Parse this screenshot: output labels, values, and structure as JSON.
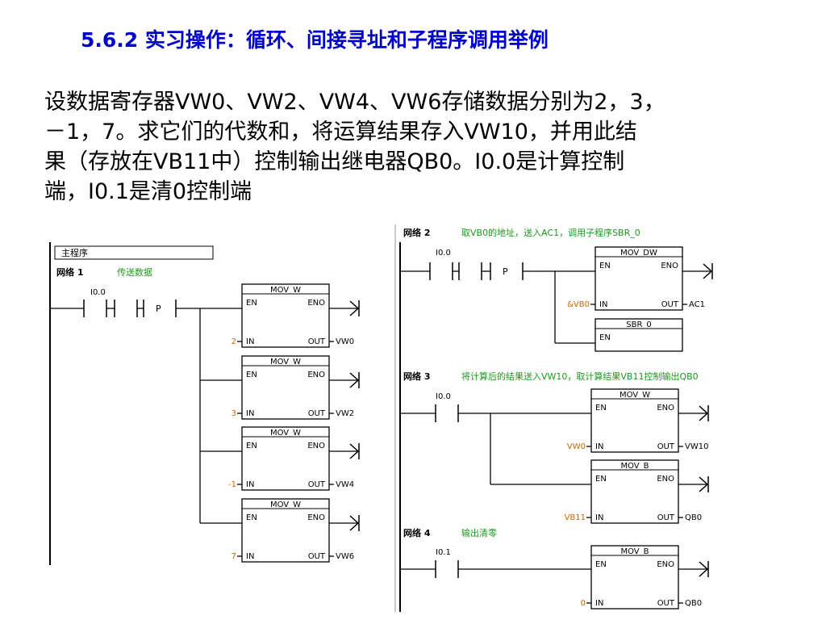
{
  "slide": {
    "title": "5.6.2  实习操作：循环、间接寻址和子程序调用举例",
    "problem_lines": [
      "设数据寄存器VW0、VW2、VW4、VW6存储数据分别为2，3，",
      "－1，7。求它们的代数和，将运算结果存入VW10，并用此结",
      "果（存放在VB11中）控制输出继电器QB0。I0.0是计算控制",
      "端，I0.1是清0控制端"
    ]
  },
  "colors": {
    "title": "#0000cc",
    "comment": "#1a9a1a",
    "param": "#cc6600",
    "rail": "#000000"
  },
  "left_program": {
    "tab": "主程序",
    "network": {
      "label": "网络 1",
      "comment": "传送数据",
      "contact": "I0.0",
      "p_label": "P"
    },
    "boxes": [
      {
        "name": "MOV_W",
        "en": "EN",
        "eno": "ENO",
        "in_label": "IN",
        "out_label": "OUT",
        "in": "2",
        "out": "VW0"
      },
      {
        "name": "MOV_W",
        "en": "EN",
        "eno": "ENO",
        "in_label": "IN",
        "out_label": "OUT",
        "in": "3",
        "out": "VW2"
      },
      {
        "name": "MOV_W",
        "en": "EN",
        "eno": "ENO",
        "in_label": "IN",
        "out_label": "OUT",
        "in": "-1",
        "out": "VW4"
      },
      {
        "name": "MOV_W",
        "en": "EN",
        "eno": "ENO",
        "in_label": "IN",
        "out_label": "OUT",
        "in": "7",
        "out": "VW6"
      }
    ]
  },
  "right_program": {
    "net2": {
      "label": "网络 2",
      "comment": "取VB0的地址，送入AC1，调用子程序SBR_0",
      "contact": "I0.0",
      "p_label": "P",
      "box": {
        "name": "MOV_DW",
        "en": "EN",
        "eno": "ENO",
        "in_label": "IN",
        "out_label": "OUT",
        "in": "&VB0",
        "out": "AC1"
      },
      "sub": {
        "name": "SBR_0",
        "en": "EN"
      }
    },
    "net3": {
      "label": "网络 3",
      "comment": "将计算后的结果送入VW10，取计算结果VB11控制输出QB0",
      "contact": "I0.0",
      "boxes": [
        {
          "name": "MOV_W",
          "en": "EN",
          "eno": "ENO",
          "in_label": "IN",
          "out_label": "OUT",
          "in": "VW0",
          "out": "VW10"
        },
        {
          "name": "MOV_B",
          "en": "EN",
          "eno": "ENO",
          "in_label": "IN",
          "out_label": "OUT",
          "in": "VB11",
          "out": "QB0"
        }
      ]
    },
    "net4": {
      "label": "网络 4",
      "comment": "输出清零",
      "contact": "I0.1",
      "box": {
        "name": "MOV_B",
        "en": "EN",
        "eno": "ENO",
        "in_label": "IN",
        "out_label": "OUT",
        "in": "0",
        "out": "QB0"
      }
    }
  }
}
